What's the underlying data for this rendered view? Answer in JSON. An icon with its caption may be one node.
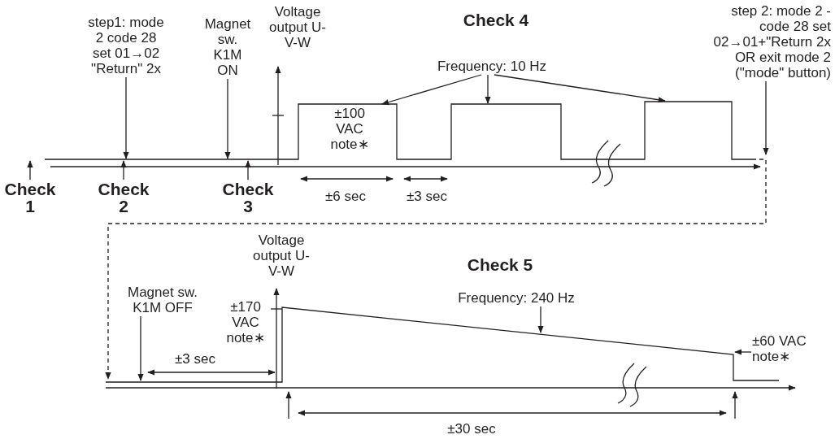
{
  "diagram": {
    "nodes": [
      {
        "text": [
          "step1: mode 2 code 28 set 01→02 \"Return\" 2x"
        ]
      },
      {
        "text": [
          "Magnet sw. K1M ON"
        ]
      },
      {
        "text": [
          "Frequency: 10 Hz"
        ]
      },
      {
        "text": [
          "step 2: mode 2 - code 28 set 02→01+\"Return 2x OR exit mode 2 (\"mode\" button)"
        ]
      },
      {
        "text": [
          "Check 1"
        ]
      },
      {
        "text": [
          "Check 2"
        ]
      },
      {
        "text": [
          "Check 3"
        ]
      },
      {
        "text": [
          "Magnet sw. K1M OFF"
        ]
      },
      {
        "text": [
          "Frequency: 240 Hz"
        ]
      },
      {
        "text": [
          "±60 VAC note∗"
        ]
      },
      {
        "text": [],
        "shape": "line"
      },
      {
        "text": [],
        "shape": "line"
      }
    ],
    "edges": [
      {
        "from": 0,
        "to": 10,
        "arrow": "to"
      },
      {
        "from": 1,
        "to": 10,
        "arrow": "to"
      },
      {
        "from": 2,
        "to": 10,
        "arrow": "to"
      },
      {
        "from": 2,
        "to": 10,
        "arrow": "to"
      },
      {
        "from": 2,
        "to": 10,
        "arrow": "to"
      },
      {
        "from": 3,
        "to": 10,
        "arrow": "to"
      },
      {
        "from": 4,
        "to": 10,
        "arrow": "to"
      },
      {
        "from": 5,
        "to": 10,
        "arrow": "to"
      },
      {
        "from": 6,
        "to": 10,
        "arrow": "to"
      },
      {
        "from": 7,
        "to": 11,
        "arrow": "to"
      },
      {
        "from": 8,
        "to": 11,
        "arrow": "to"
      },
      {
        "from": 9,
        "to": 11,
        "arrow": "to"
      },
      {
        "from": 10,
        "to": 11,
        "arrow": "to",
        "style": "dashed"
      }
    ],
    "labels": [
      "Voltage output U-V-W",
      "Check 4",
      "±100 VAC note∗",
      "±6 sec",
      "±3 sec",
      "Voltage output U-V-W",
      "Check 5",
      "±170 VAC note∗",
      "±3 sec",
      "±30 sec"
    ]
  }
}
